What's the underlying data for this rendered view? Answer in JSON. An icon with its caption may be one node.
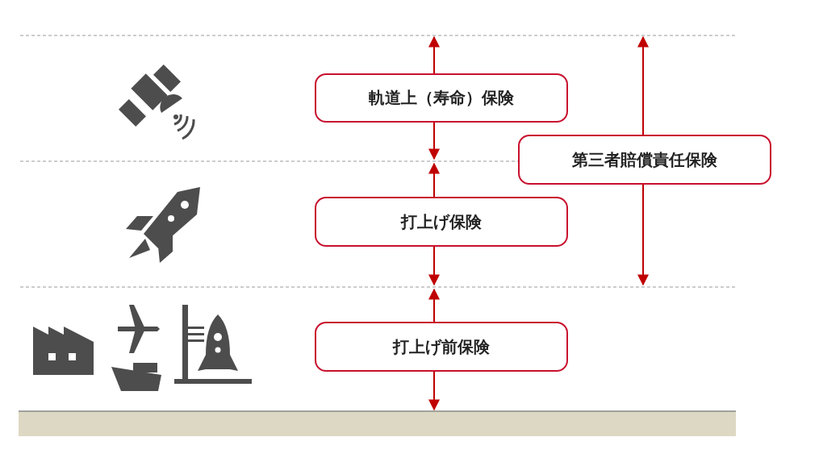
{
  "diagram": {
    "nodes": [
      {
        "text": [
          "軌道上（寿命）保険"
        ]
      },
      {
        "text": [
          "打上げ保険"
        ]
      },
      {
        "text": [
          "打上げ前保険"
        ]
      },
      {
        "text": [
          "第三者賠償責任保険"
        ]
      }
    ]
  }
}
